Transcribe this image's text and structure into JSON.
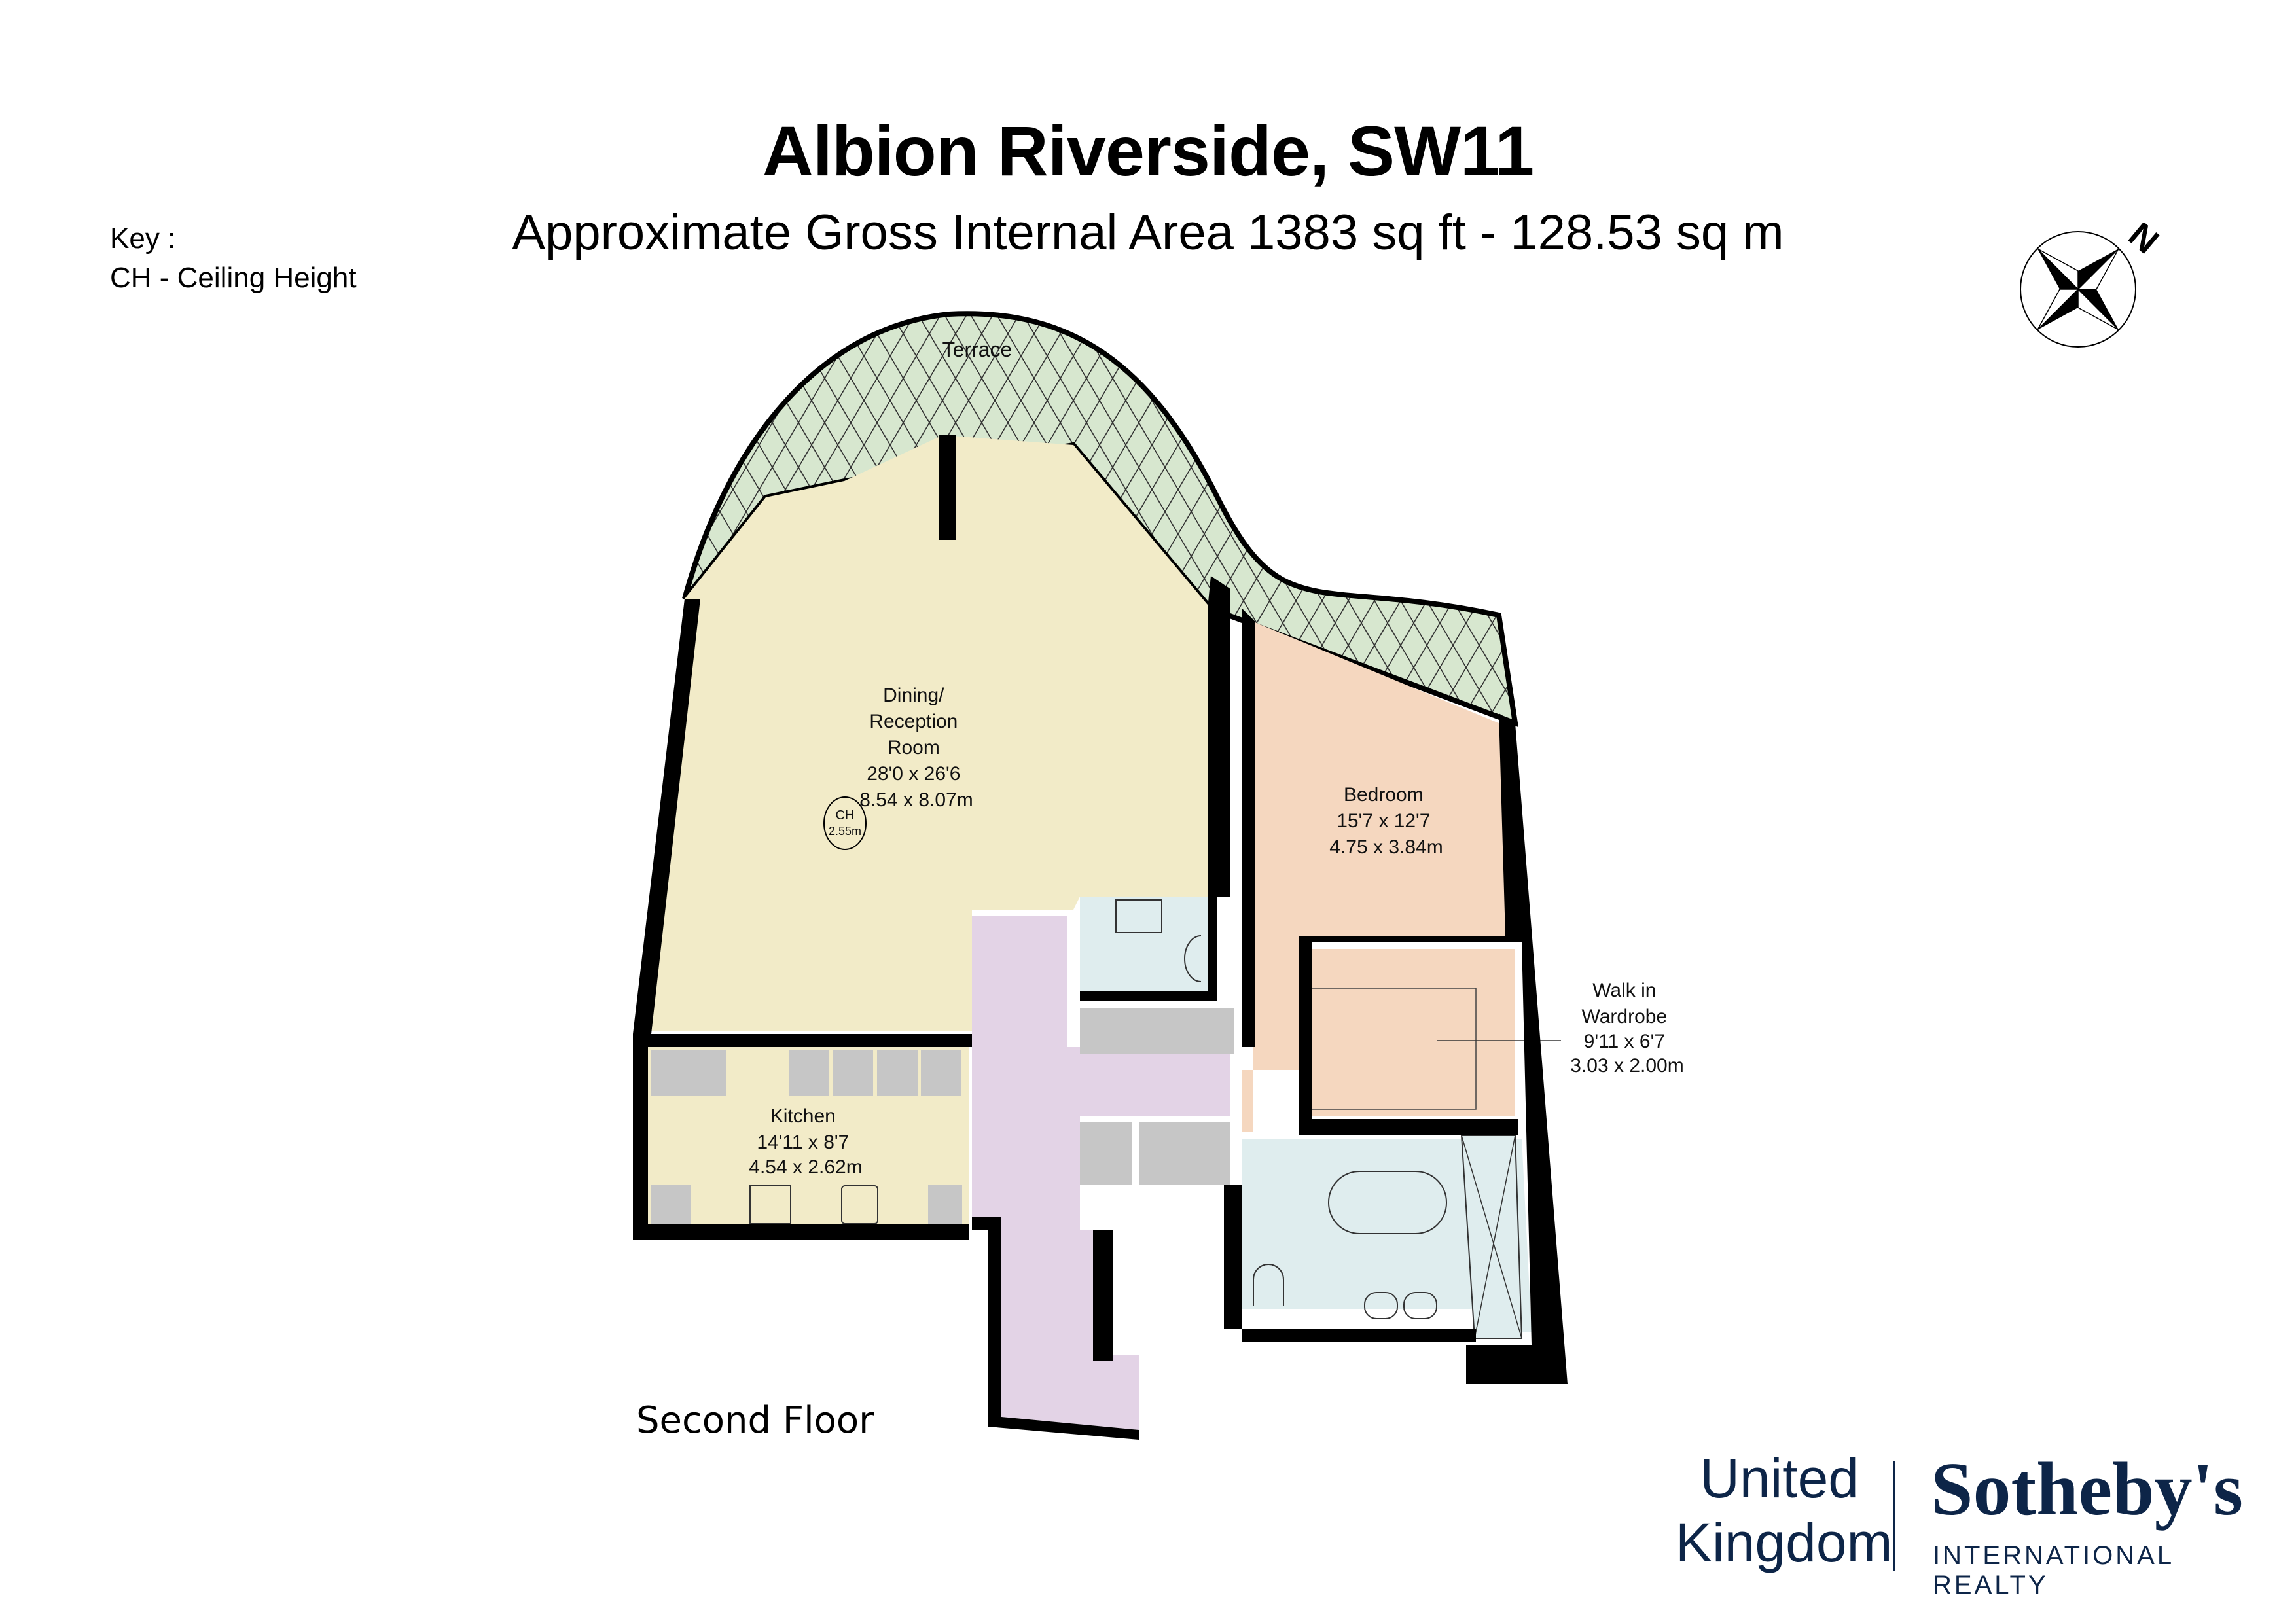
{
  "header": {
    "title": "Albion Riverside, SW11",
    "subtitle": "Approximate Gross Internal Area 1383 sq ft - 128.53 sq m"
  },
  "key": {
    "title": "Key :",
    "items": [
      "CH - Ceiling Height"
    ]
  },
  "compass": {
    "label": "N",
    "icon": "compass-rose-icon"
  },
  "floor_label": "Second Floor",
  "rooms": [
    {
      "name": "Terrace",
      "lines": [
        "Terrace"
      ],
      "color": "#d7e7cf"
    },
    {
      "name": "Dining/Reception Room",
      "lines": [
        "Dining/",
        "Reception",
        "Room",
        "28'0 x 26'6",
        "8.54 x 8.07m"
      ],
      "color": "#f2ebc8"
    },
    {
      "name": "Bedroom",
      "lines": [
        "Bedroom",
        "15'7 x 12'7",
        "4.75 x 3.84m"
      ],
      "color": "#f5d7bf"
    },
    {
      "name": "Walk in Wardrobe",
      "lines": [
        "Walk in",
        "Wardrobe",
        "9'11 x 6'7",
        "3.03 x 2.00m"
      ],
      "color": "#f5d7bf"
    },
    {
      "name": "Kitchen",
      "lines": [
        "Kitchen",
        "14'11 x 8'7",
        "4.54 x 2.62m"
      ],
      "color": "#f2ebc8"
    },
    {
      "name": "Hallway",
      "lines": [],
      "color": "#e3d3e6"
    },
    {
      "name": "Bathroom",
      "lines": [],
      "color": "#dfedee"
    },
    {
      "name": "WC",
      "lines": [],
      "color": "#dfedee"
    }
  ],
  "ceiling_height": {
    "label": "CH",
    "value": "2.55m"
  },
  "colors": {
    "wall": "#000000",
    "storage": "#c6c6c6",
    "brand": "#0d2548"
  },
  "logo": {
    "region": "United Kingdom",
    "region_lines": [
      "United",
      "Kingdom"
    ],
    "brand": "Sotheby's",
    "tagline": "INTERNATIONAL REALTY"
  }
}
